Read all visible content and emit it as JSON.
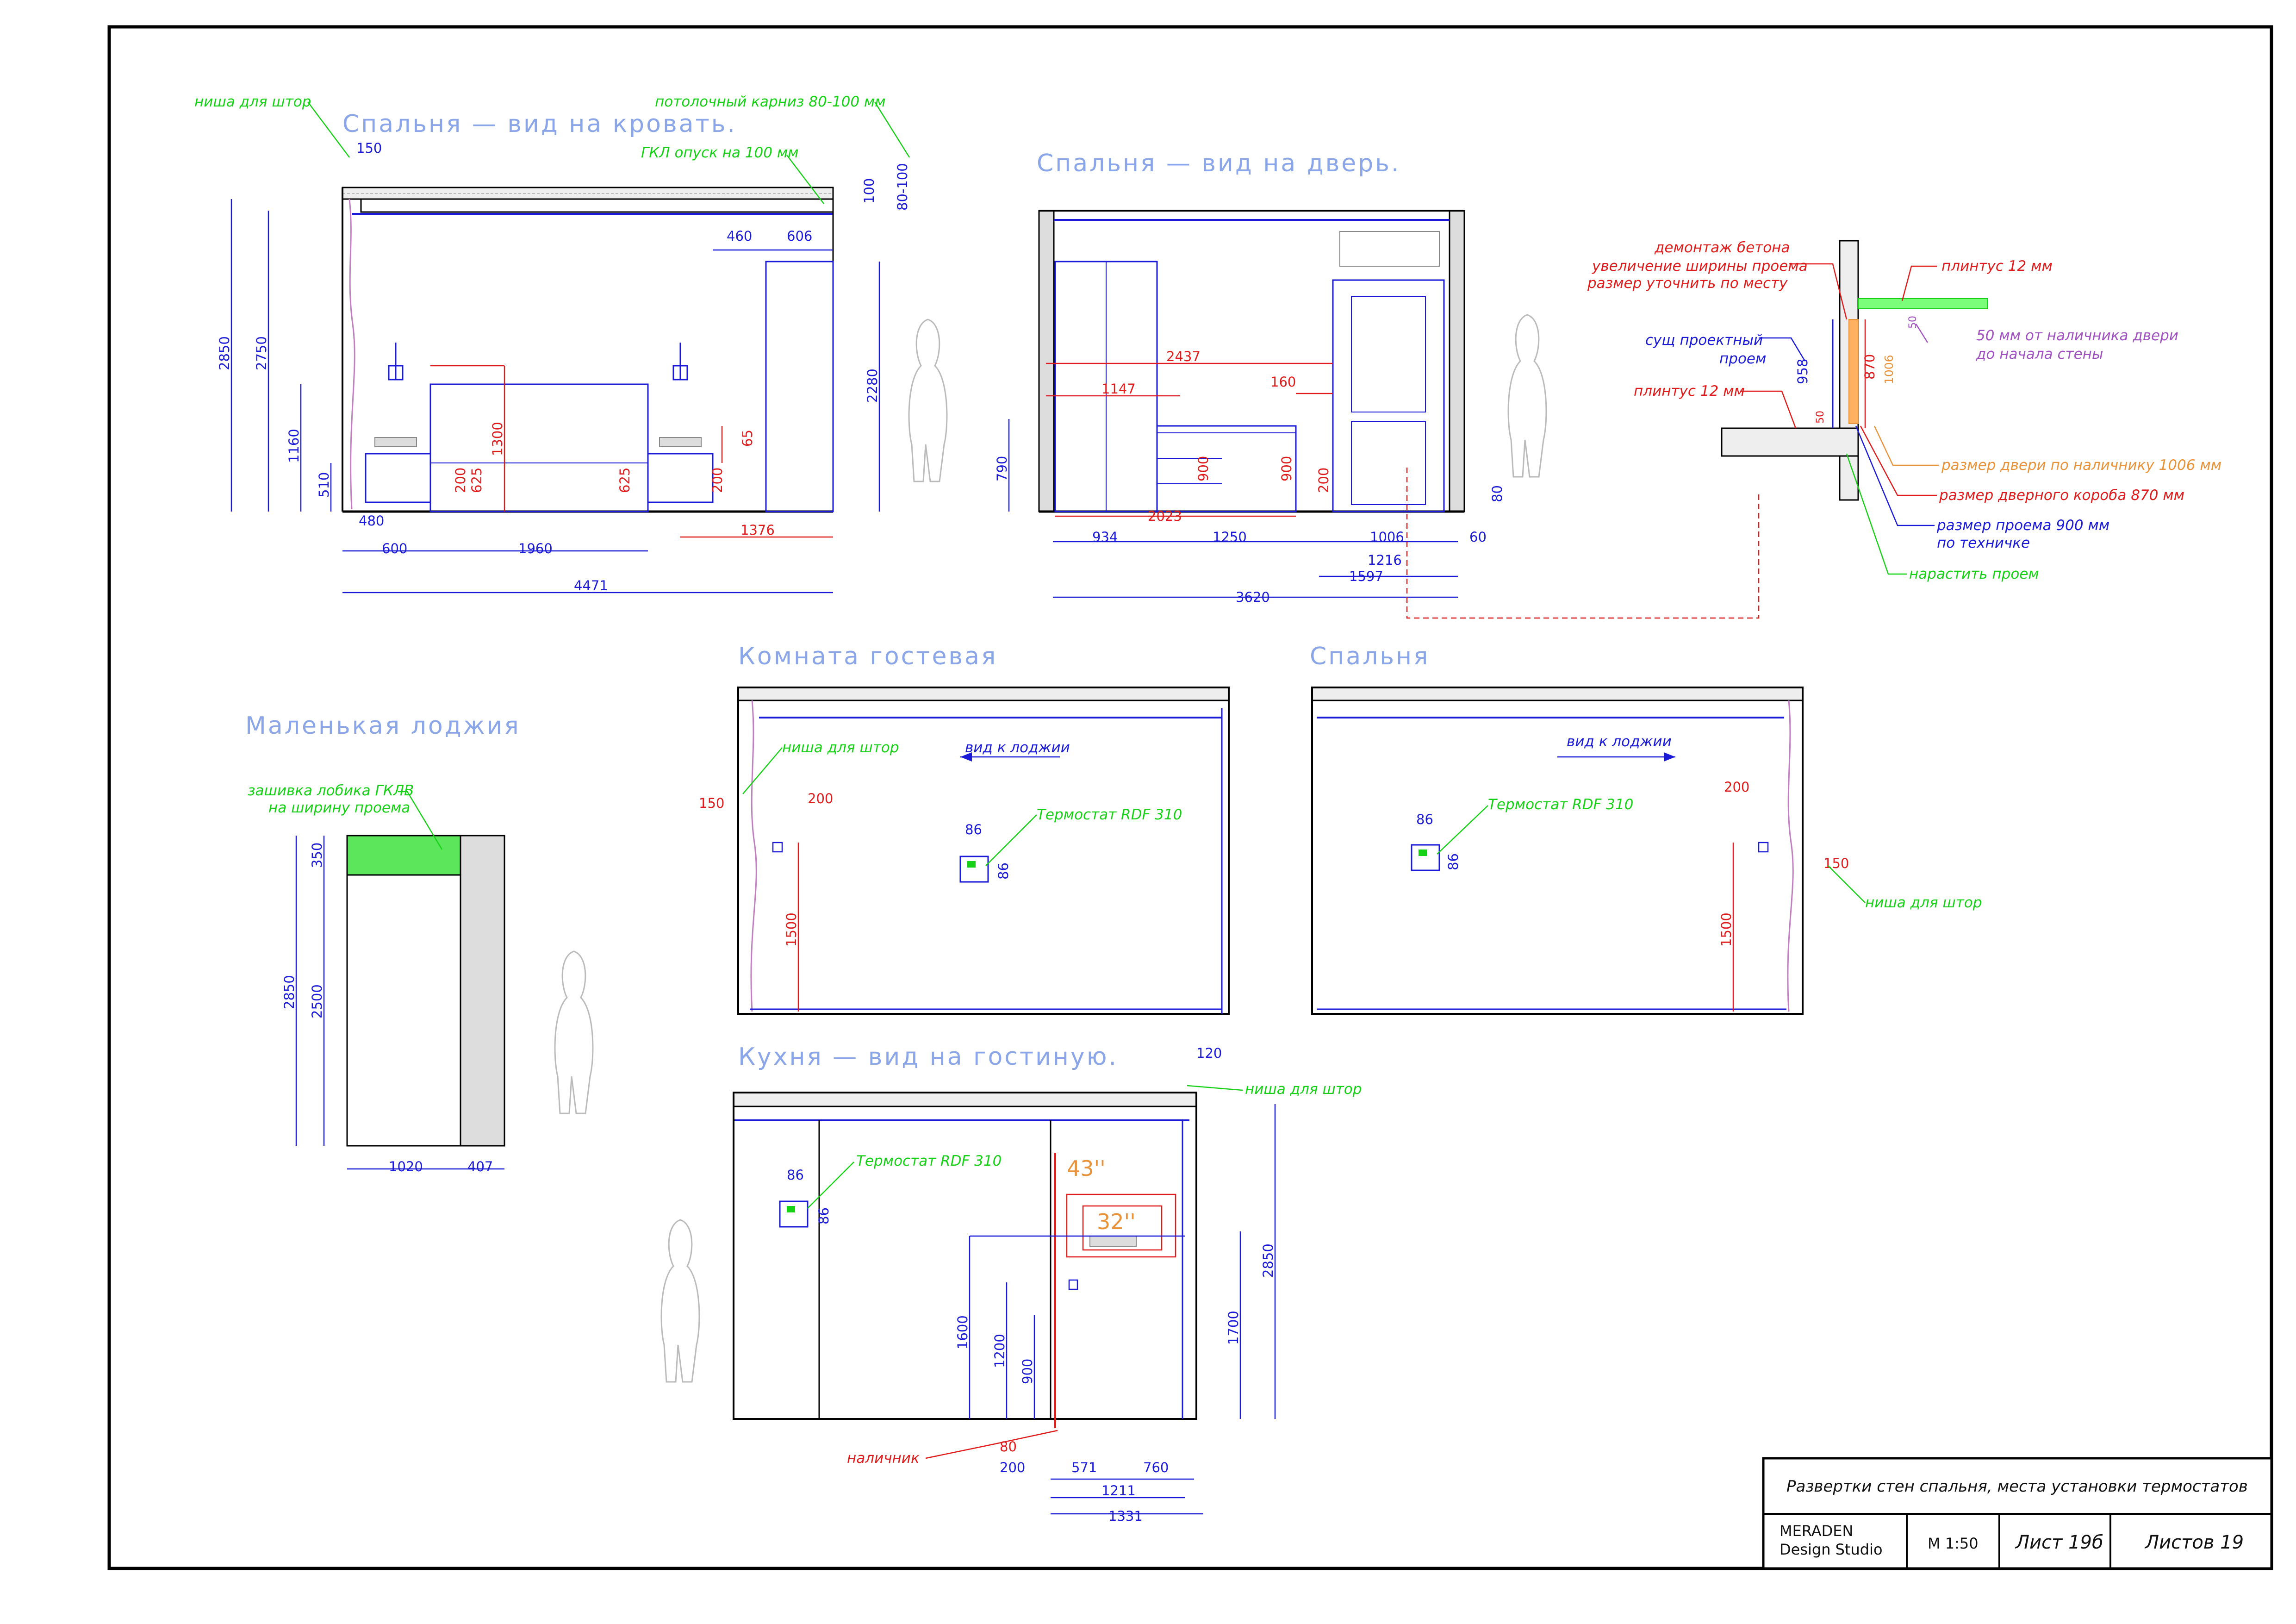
{
  "colors": {
    "blue": "#1a1ad8",
    "red": "#e01b1b",
    "green": "#17d117",
    "light_blue": "#8aa6e8",
    "orange": "#e8923a",
    "purple": "#a050c0"
  },
  "views": {
    "bedroom_bed": {
      "title": "Спальня — вид на кровать.",
      "notes": {
        "curtain_niche": "ниша для штор",
        "cornice": "потолочный карниз 80-100 мм",
        "gkl": "ГКЛ опуск на 100 мм"
      },
      "dims": {
        "d150": "150",
        "d100": "100",
        "d80_100": "80-100",
        "d460": "460",
        "d606": "606",
        "d2850": "2850",
        "d2750": "2750",
        "d2280": "2280",
        "d1160": "1160",
        "d510": "510",
        "d1300": "1300",
        "d625a": "625",
        "d200a": "200",
        "d625b": "625",
        "d200b": "200",
        "d65": "65",
        "d480": "480",
        "d600": "600",
        "d1960": "1960",
        "d1376": "1376",
        "d4471": "4471"
      }
    },
    "bedroom_door": {
      "title": "Спальня — вид на дверь.",
      "dims": {
        "d2437": "2437",
        "d1147": "1147",
        "d160": "160",
        "d790": "790",
        "d900a": "900",
        "d900b": "900",
        "d200": "200",
        "d80": "80",
        "d2023": "2023",
        "d934": "934",
        "d1250": "1250",
        "d1006": "1006",
        "d60": "60",
        "d1216": "1216",
        "d1597": "1597",
        "d3620": "3620"
      }
    },
    "door_detail": {
      "notes": {
        "demolition": "демонтаж бетона",
        "widening": "увеличение ширины проема",
        "clarify": "размер уточнить по месту",
        "plinth_top": "плинтус 12 мм",
        "existing_1": "сущ проектный",
        "existing_2": "проем",
        "plinth_left": "плинтус 12 мм",
        "gap_1": "50 мм от наличника двери",
        "gap_2": "до начала стены",
        "casing_size": "размер двери по наличнику 1006 мм",
        "frame_size": "размер дверного короба 870 мм",
        "opening_1": "размер проема 900 мм",
        "opening_2": "по техничке",
        "build_up": "нарастить проем"
      },
      "dims": {
        "d958": "958",
        "d870": "870",
        "d1006": "1006",
        "d50a": "50",
        "d50b": "50"
      }
    },
    "loggia": {
      "title": "Маленькая лоджия",
      "notes": {
        "lintel_1": "зашивка лобика ГКЛВ",
        "lintel_2": "на ширину проема"
      },
      "dims": {
        "d350": "350",
        "d2850": "2850",
        "d2500": "2500",
        "d1020": "1020",
        "d407": "407"
      }
    },
    "guest_room": {
      "title": "Комната гостевая",
      "notes": {
        "curtain_niche": "ниша для штор",
        "view": "вид к лоджии",
        "thermostat": "Термостат RDF 310"
      },
      "dims": {
        "d150": "150",
        "d200": "200",
        "d86a": "86",
        "d86b": "86",
        "d1500": "1500"
      }
    },
    "bedroom": {
      "title": "Спальня",
      "notes": {
        "view": "вид к лоджии",
        "thermostat": "Термостат RDF 310",
        "curtain_niche": "ниша для штор"
      },
      "dims": {
        "d86a": "86",
        "d86b": "86",
        "d200": "200",
        "d150": "150",
        "d1500": "1500"
      }
    },
    "kitchen": {
      "title": "Кухня — вид на гостиную.",
      "notes": {
        "curtain_niche": "ниша для штор",
        "thermostat": "Термостат RDF 310",
        "tv43": "43''",
        "tv32": "32''",
        "casing": "наличник"
      },
      "dims": {
        "d120": "120",
        "d86a": "86",
        "d86b": "86",
        "d2850": "2850",
        "d1700": "1700",
        "d1600": "1600",
        "d1200": "1200",
        "d900": "900",
        "d80": "80",
        "d200": "200",
        "d571": "571",
        "d760": "760",
        "d1211": "1211",
        "d1331": "1331"
      }
    }
  },
  "title_block": {
    "sheet_title": "Развертки стен спальня, места установки термостатов",
    "studio_1": "MERADEN",
    "studio_2": "Design Studio",
    "scale": "М 1:50",
    "sheet": "Лист 19б",
    "sheets": "Листов 19"
  }
}
